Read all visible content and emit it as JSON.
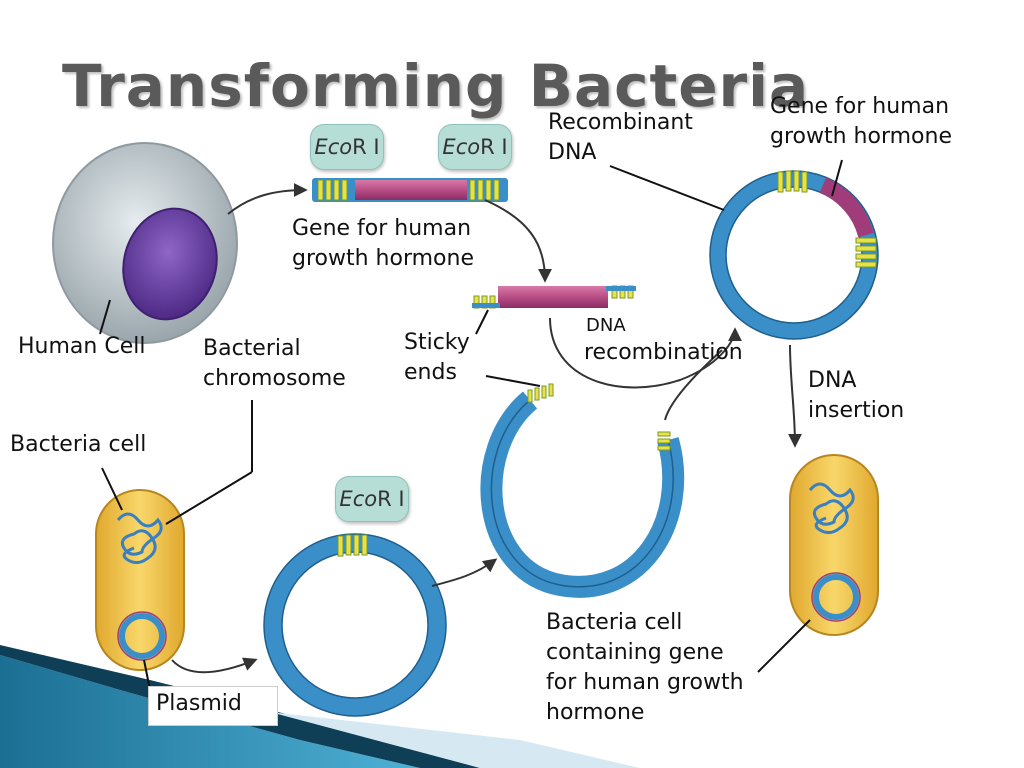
{
  "title": "Transforming Bacteria",
  "labels": {
    "human_cell": "Human Cell",
    "gene_top_1": "Gene for human",
    "gene_top_2": "growth hormone",
    "recombinant_1": "Recombinant",
    "recombinant_2": "DNA",
    "gene_right_1": "Gene for human",
    "gene_right_2": "growth hormone",
    "bacterial_chrom_1": "Bacterial",
    "bacterial_chrom_2": "chromosome",
    "sticky_1": "Sticky",
    "sticky_2": "ends",
    "dna_recomb_1": "DNA",
    "dna_recomb_2": "recombination",
    "dna_insert_1": "DNA",
    "dna_insert_2": "insertion",
    "bacteria_cell": "Bacteria cell",
    "plasmid": "Plasmid",
    "containing_1": "Bacteria cell",
    "containing_2": "containing gene",
    "containing_3": "for human growth",
    "containing_4": "hormone"
  },
  "enzymes": {
    "italic": "Eco",
    "rest": "R I"
  },
  "colors": {
    "title": "#5a5a5a",
    "plasmid_blue": "#3a8fc8",
    "gene_magenta": "#a03c7a",
    "bacteria_yellow": "#f2c649",
    "enzyme_teal": "#b7ded6",
    "nucleus_purple": "#6a3fa0"
  }
}
